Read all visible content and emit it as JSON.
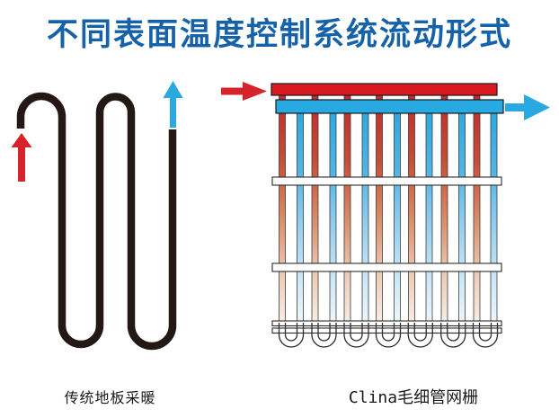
{
  "title": {
    "text": "不同表面温度控制系统流动形式",
    "color": "#1562a8"
  },
  "left_diagram": {
    "label": "传统地板采暖",
    "type": "serpentine-floor-heating-coil",
    "pipe_color": "#231815",
    "inlet_arrow_color": "#d62229",
    "outlet_arrow_color": "#29a9e1",
    "inlet_direction": "up",
    "outlet_direction": "up"
  },
  "right_diagram": {
    "label": "Clina毛细管网栅",
    "type": "capillary-tube-mat",
    "supply_manifold_color": "#d91920",
    "return_manifold_color": "#29a9e1",
    "inlet_arrow_color": "#d62229",
    "outlet_arrow_color": "#29a9e1",
    "warm_tube_top_color": "#c1272d",
    "cool_tube_top_color": "#29a7e0",
    "tube_bottom_fade_color": "#f8ece2",
    "tube_count_warm": 7,
    "tube_count_cool": 7,
    "crossbar_count": 2,
    "bottom_loop_count": 7,
    "red_tube_xs": [
      314,
      350.5,
      386.5,
      422,
      458,
      494.5,
      530.5
    ],
    "blue_tube_xs": [
      334,
      370.5,
      406.5,
      442,
      477.5,
      514,
      549.5
    ],
    "loop_centers_x": [
      324,
      360.5,
      396.5,
      432,
      467.75,
      504.25,
      540
    ]
  }
}
